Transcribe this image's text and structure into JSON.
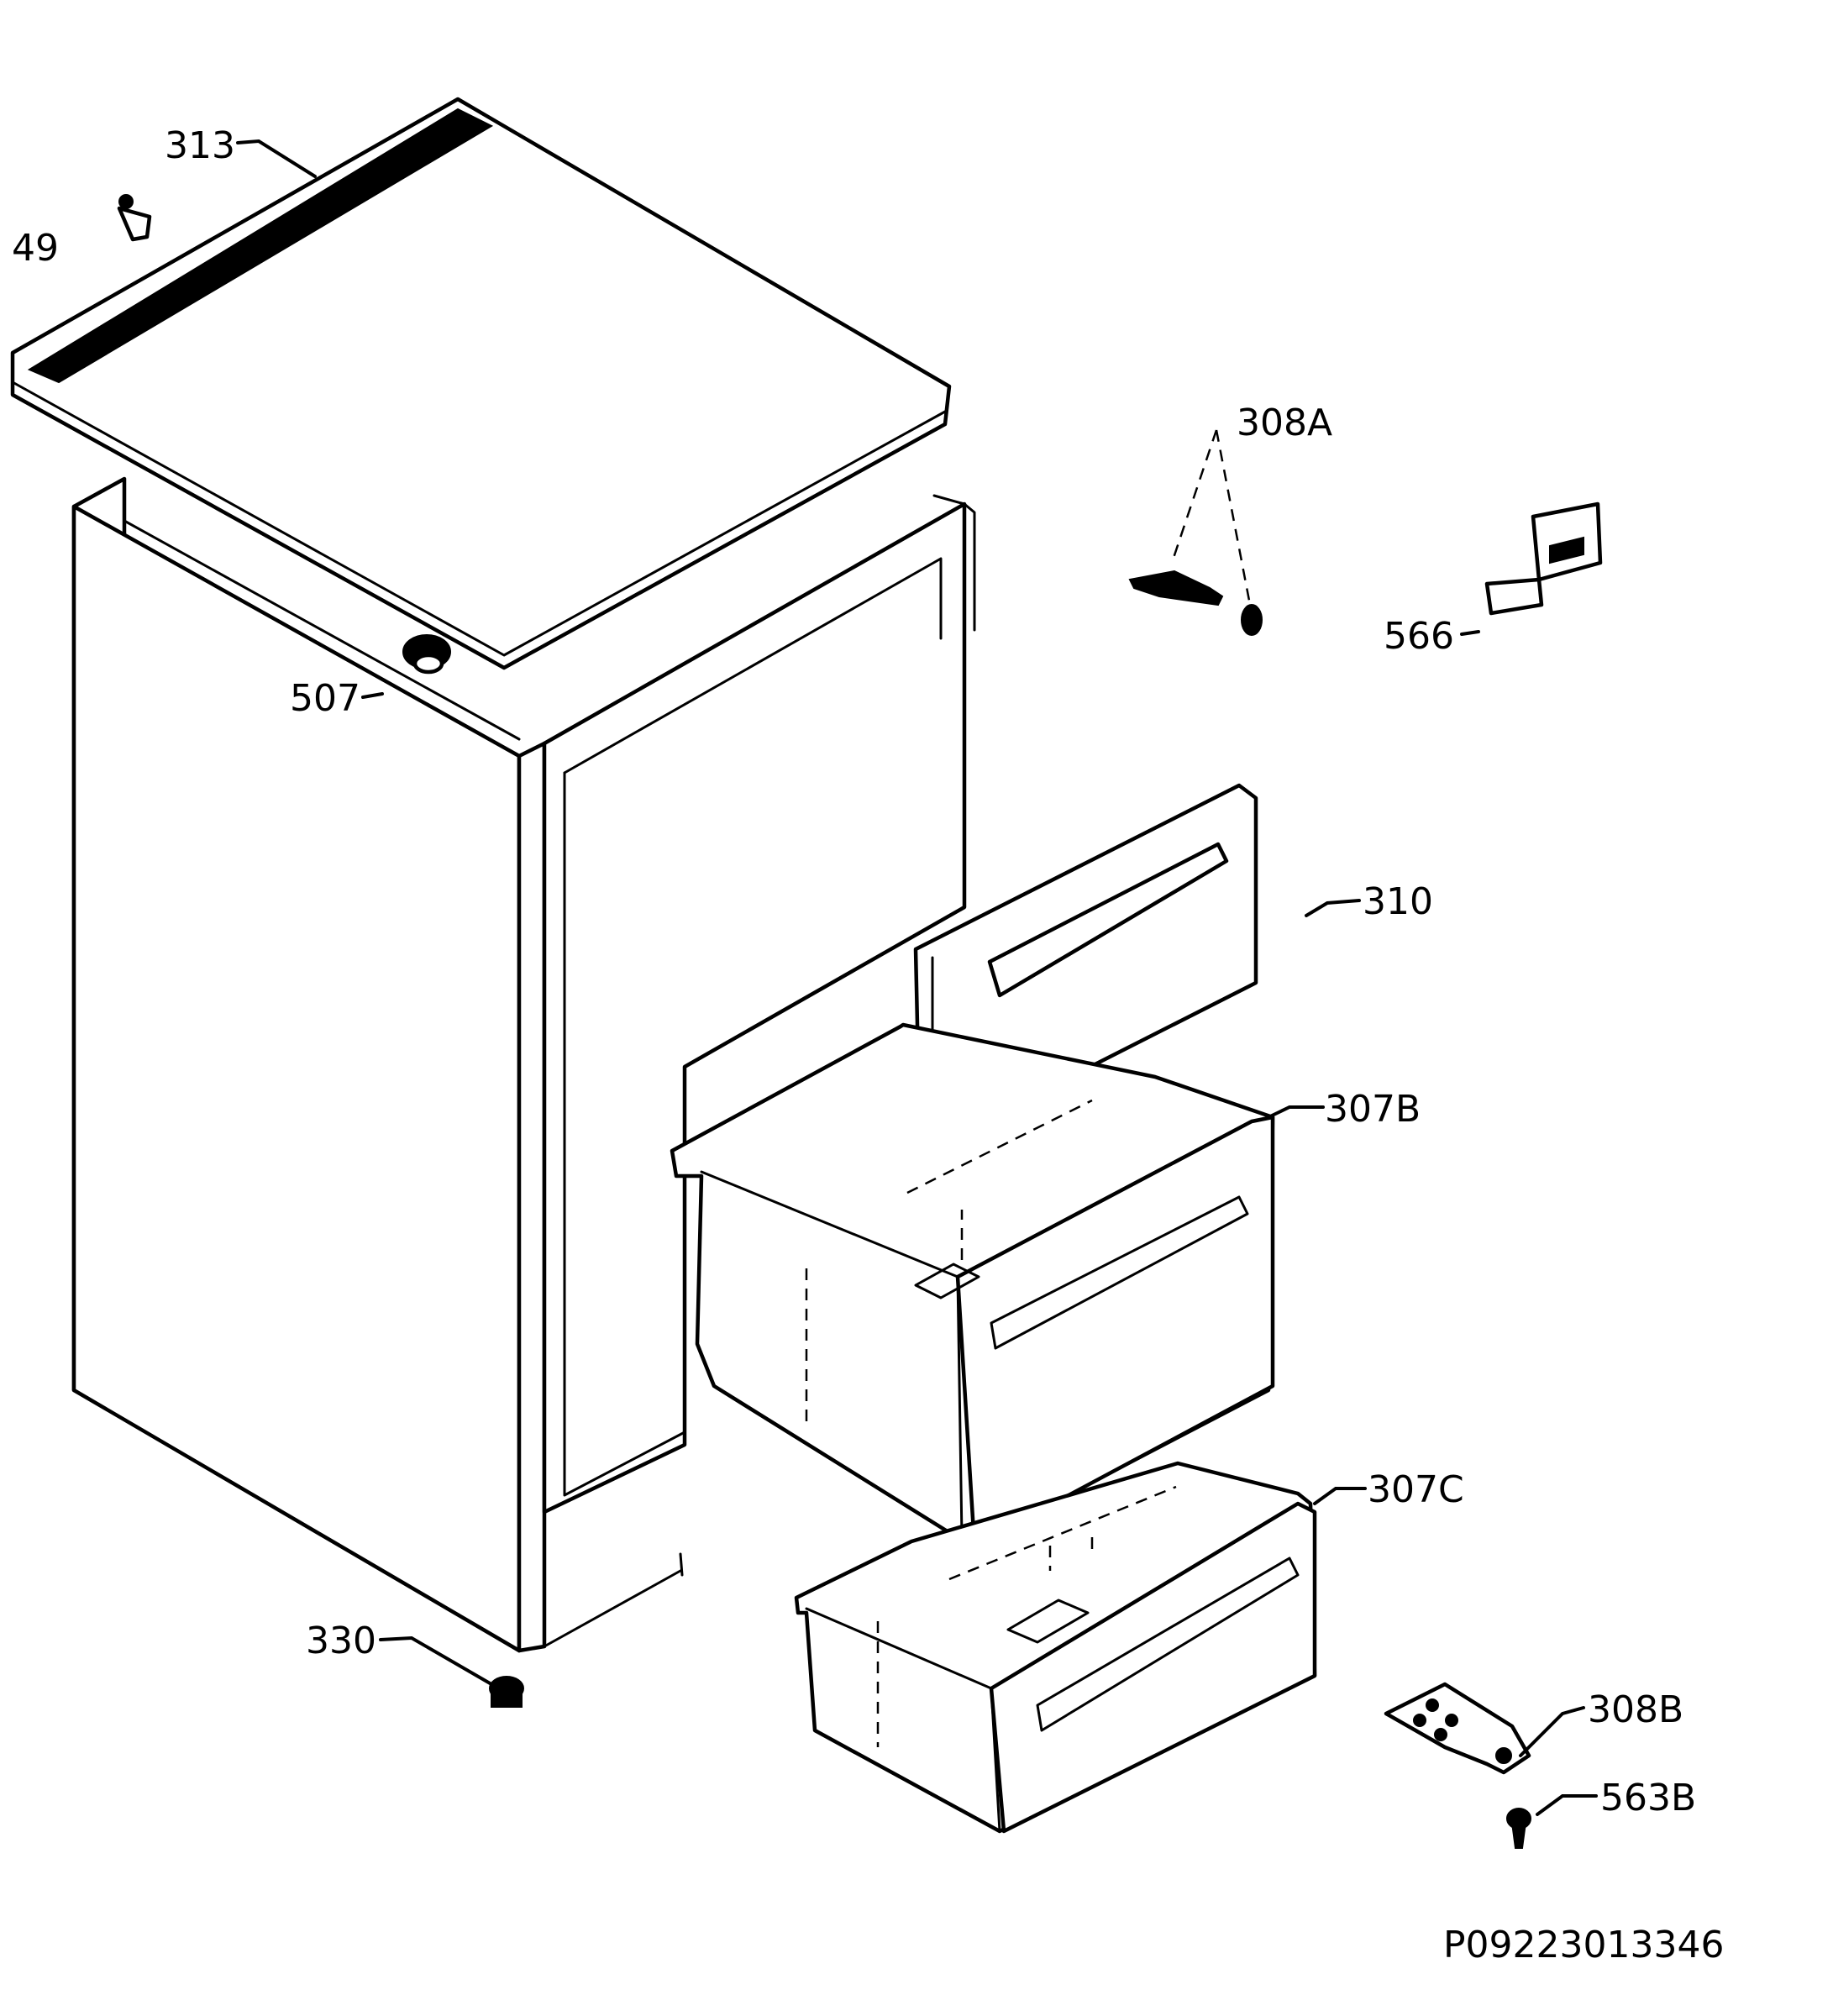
{
  "callouts": {
    "c313": "313",
    "c49": "49",
    "c308A": "308A",
    "c566": "566",
    "c507": "507",
    "c310": "310",
    "c307B": "307B",
    "c307C": "307C",
    "c330": "330",
    "c308B": "308B",
    "c563B": "563B"
  },
  "drawing_code": "P09223013346",
  "colors": {
    "line": "#000000",
    "background": "#ffffff"
  }
}
